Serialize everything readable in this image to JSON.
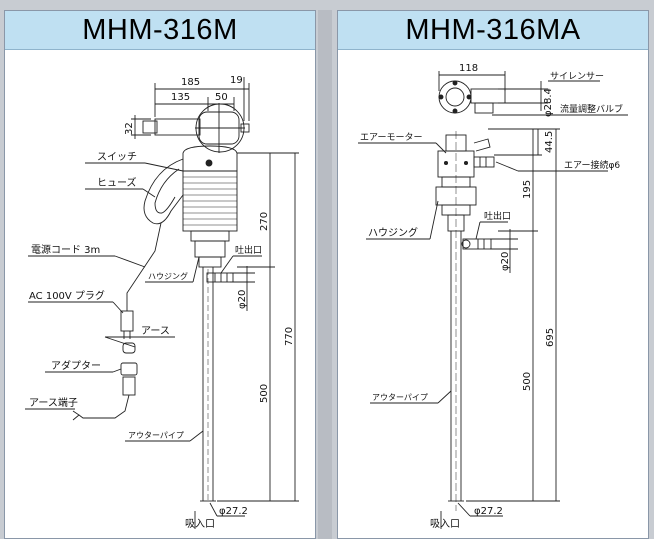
{
  "left": {
    "title": "MHM-316M",
    "dims": {
      "d185": "185",
      "d135": "135",
      "d50": "50",
      "d19": "19",
      "d32": "32",
      "d270": "270",
      "d770": "770",
      "d500": "500",
      "outlet_phi": "φ20",
      "inlet_phi": "φ27.2"
    },
    "labels": {
      "switch": "スイッチ",
      "fuse": "ヒューズ",
      "cord": "電源コード 3m",
      "plug": "AC 100V プラグ",
      "earth": "アース",
      "adapter": "アダプター",
      "earth_terminal": "アース端子",
      "housing": "ハウジング",
      "outlet": "吐出口",
      "outer_pipe": "アウターパイプ",
      "inlet": "吸入口"
    }
  },
  "right": {
    "title": "MHM-316MA",
    "dims": {
      "d118": "118",
      "phi284": "φ28.4",
      "d445": "44.5",
      "d195": "195",
      "d695": "695",
      "d500": "500",
      "outlet_phi": "φ20",
      "inlet_phi": "φ27.2"
    },
    "labels": {
      "silencer": "サイレンサー",
      "flow_valve": "流量調整バルブ",
      "air_motor": "エアーモーター",
      "air_conn": "エアー接続φ6",
      "housing": "ハウジング",
      "outlet": "吐出口",
      "outer_pipe": "アウターパイプ",
      "inlet": "吸入口"
    }
  }
}
